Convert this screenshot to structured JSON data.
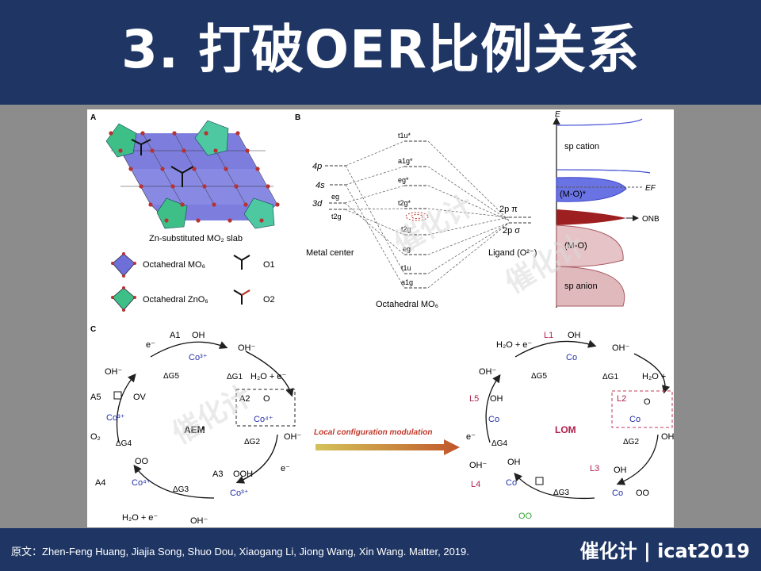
{
  "slide": {
    "title": "3. 打破OER比例关系",
    "citation": "原文：Zhen-Feng Huang, Jiajia Song, Shuo Dou, Xiaogang Li, Jiong Wang, Xin Wang. Matter, 2019.",
    "brand": "催化计 | icat2019",
    "watermark": "催化计"
  },
  "panel_a": {
    "label": "A",
    "slab_caption": "Zn-substituted MO₂ slab",
    "legend": [
      {
        "text": "Octahedral MO₆",
        "symbol": "O1"
      },
      {
        "text": "Octahedral ZnO₆",
        "symbol": "O2"
      }
    ]
  },
  "panel_b": {
    "label": "B",
    "metal_levels": [
      "4p",
      "4s",
      "3d",
      "eg",
      "t2g"
    ],
    "metal_center": "Metal center",
    "mo_levels": [
      "t1u*",
      "a1g*",
      "eg*",
      "t2g*",
      "t2g",
      "eg",
      "t1u",
      "a1g"
    ],
    "mo_title": "Octahedral MO₆",
    "ligand_levels": [
      "2p π",
      "2p σ"
    ],
    "ligand": "Ligand (O²⁻)",
    "energy_axis": "E",
    "bands": [
      "sp cation",
      "(M-O)*",
      "EF",
      "ONB",
      "(M-O)",
      "sp anion"
    ],
    "colors": {
      "cation": "#4a55d6",
      "mo_star": "#7b82e6",
      "onb": "#9e1f1f",
      "anion": "#d8b3b6"
    }
  },
  "panel_c": {
    "label": "C",
    "aem": {
      "center": "AEM",
      "states": [
        "A1",
        "A2",
        "A3",
        "A4",
        "A5"
      ],
      "steps": [
        "ΔG1",
        "ΔG2",
        "ΔG3",
        "ΔG4",
        "ΔG5"
      ],
      "species": [
        "OH",
        "O",
        "OOH",
        "OO",
        "OV",
        "OH⁻",
        "H₂O + e⁻",
        "e⁻",
        "O₂",
        "Co³⁺",
        "Co⁴⁺"
      ]
    },
    "arrow_label": "Local configuration modulation",
    "lom": {
      "center": "LOM",
      "states": [
        "L1",
        "L2",
        "L3",
        "L4",
        "L5"
      ],
      "steps": [
        "ΔG1",
        "ΔG2",
        "ΔG3",
        "ΔG4",
        "ΔG5"
      ],
      "species": [
        "OH",
        "Co",
        "O",
        "OO",
        "H₂O + e⁻",
        "OH⁻",
        "e⁻",
        "H₂O +"
      ]
    }
  }
}
